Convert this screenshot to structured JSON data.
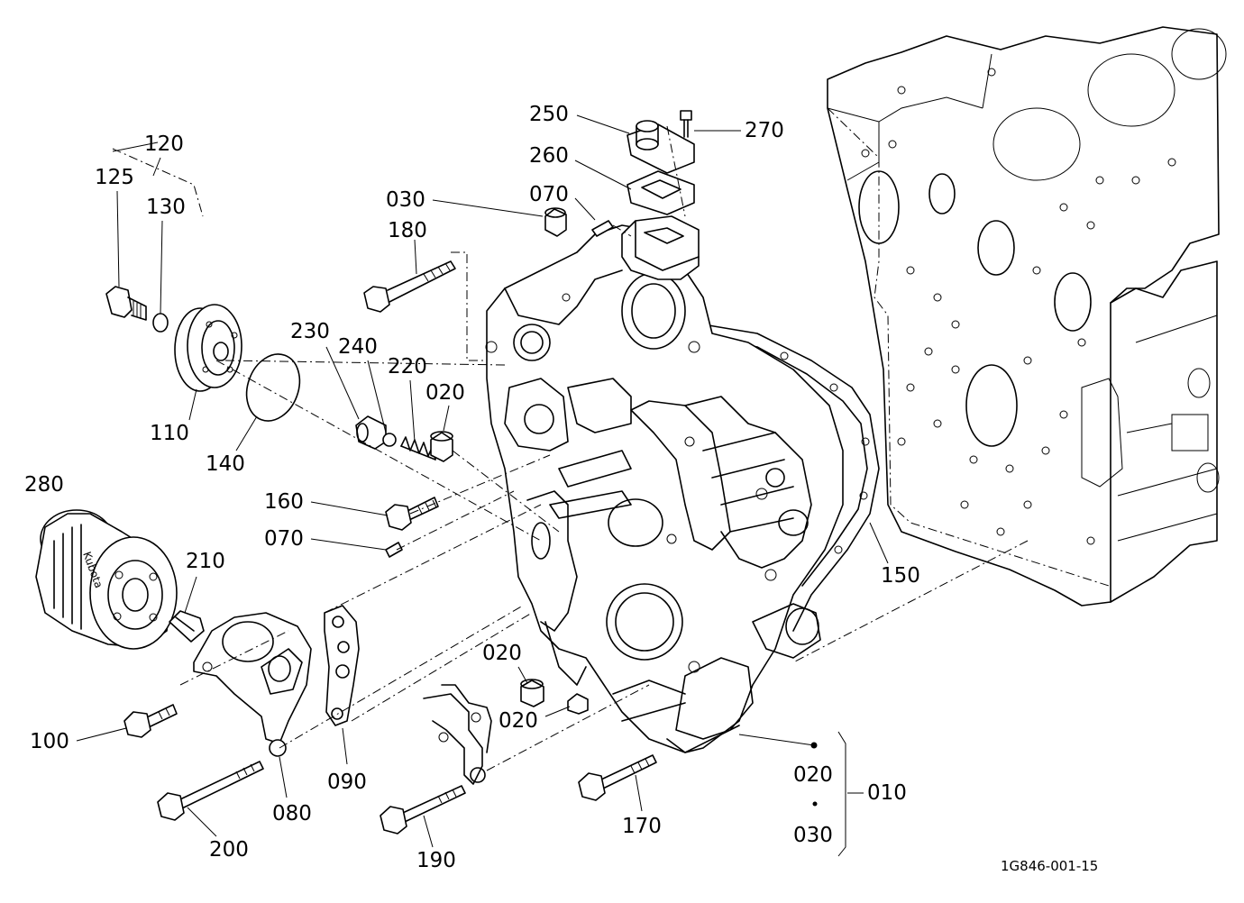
{
  "diagram": {
    "drawing_code": "1G846-001-15",
    "labels": {
      "l010": "010",
      "l020a": "020",
      "l020b": "020",
      "l020c": "020",
      "l020d": "020",
      "l030a": "030",
      "l030b": "030",
      "l070a": "070",
      "l070b": "070",
      "l080": "080",
      "l090": "090",
      "l100": "100",
      "l110": "110",
      "l120": "120",
      "l125": "125",
      "l130": "130",
      "l140": "140",
      "l150": "150",
      "l160": "160",
      "l170": "170",
      "l180": "180",
      "l190": "190",
      "l200": "200",
      "l210": "210",
      "l220": "220",
      "l230": "230",
      "l240": "240",
      "l250": "250",
      "l260": "260",
      "l270": "270",
      "l280": "280"
    },
    "filter_brand_text": "Kubota",
    "colors": {
      "ink": "#000000",
      "paper": "#ffffff"
    }
  }
}
